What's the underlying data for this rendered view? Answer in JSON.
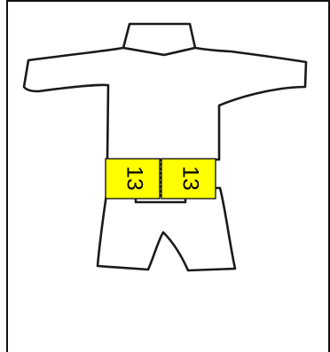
{
  "diagram": {
    "subject": "garment-outline",
    "labels": [
      {
        "id": "left",
        "text": "13",
        "background_color": "#ffff00"
      },
      {
        "id": "right",
        "text": "13",
        "background_color": "#ffff00"
      }
    ],
    "colors": {
      "outline": "#1a1a1a",
      "label_background": "#ffff00",
      "page_background": "#ffffff"
    }
  }
}
